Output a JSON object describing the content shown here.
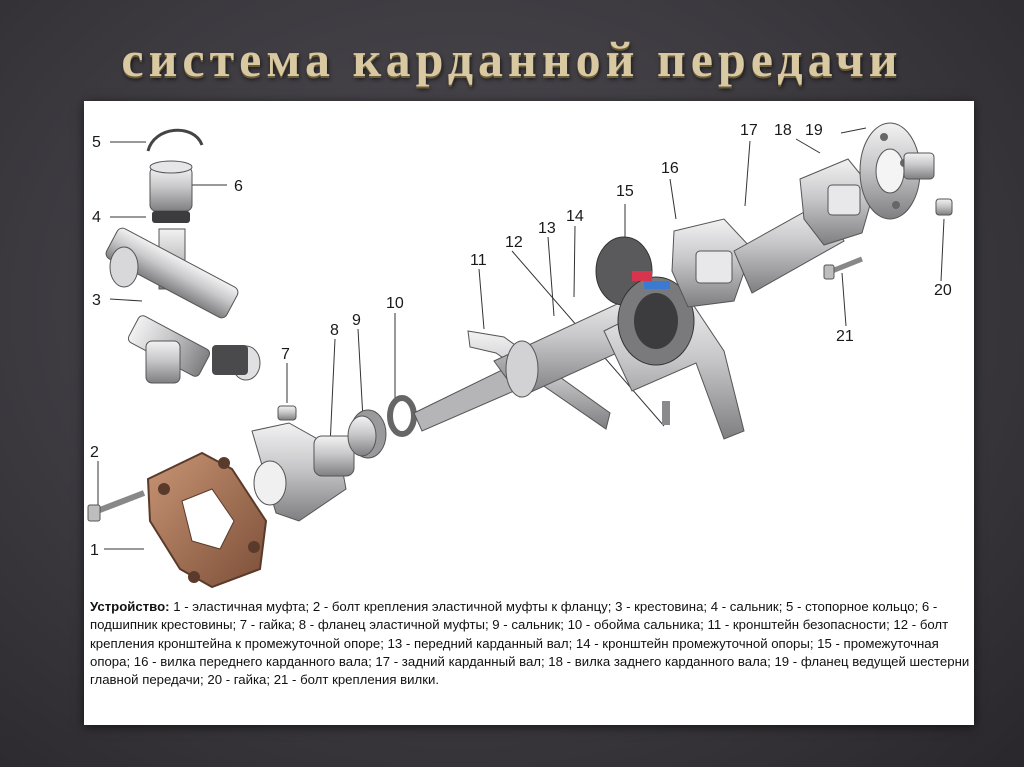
{
  "title": "система карданной передачи",
  "labels": {
    "n1": "1",
    "n2": "2",
    "n3": "3",
    "n4": "4",
    "n5": "5",
    "n6": "6",
    "n7": "7",
    "n8": "8",
    "n9": "9",
    "n10": "10",
    "n11": "11",
    "n12": "12",
    "n13": "13",
    "n14": "14",
    "n15": "15",
    "n16": "16",
    "n17": "17",
    "n18": "18",
    "n19": "19",
    "n20": "20",
    "n21": "21"
  },
  "caption": {
    "heading": "Устройство:",
    "text": " 1 - эластичная муфта; 2 - болт крепления эластичной муфты к фланцу; 3 - крестовина; 4 - сальник; 5 - стопорное кольцо; 6 - подшипник крестовины; 7 - гайка; 8 - фланец эластичной муфты; 9 - сальник; 10 - обойма сальника; 11 - кронштейн безопасности; 12 - болт крепления кронштейна к промежуточной опоре; 13 - передний карданный вал; 14 - кронштейн промежуточной опоры; 15 - промежуточная опора; 16 - вилка переднего карданного вала; 17 - задний карданный вал; 18 - вилка заднего карданного вала; 19 - фланец ведущей шестерни главной передачи; 20 - гайка; 21 - болт крепления вилки."
  },
  "colors": {
    "coupling": "#9a6b4f",
    "metal": "#c9c9cb",
    "dark": "#6e6e70",
    "accent": "#d8344e"
  }
}
